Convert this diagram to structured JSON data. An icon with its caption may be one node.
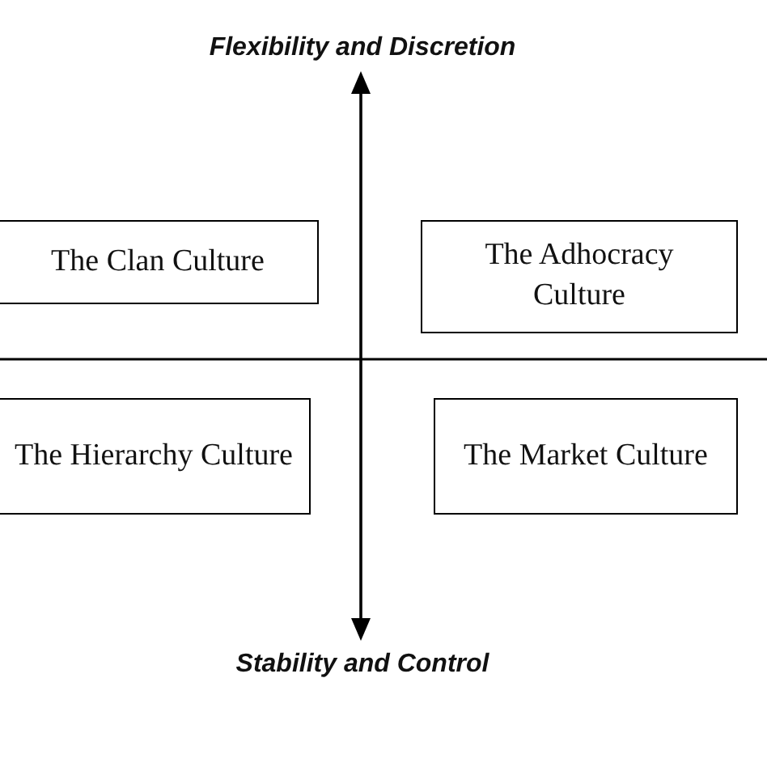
{
  "diagram": {
    "nodes": [
      {
        "text": [
          "The Clan Culture"
        ]
      },
      {
        "text": [
          "The Adhocracy Culture"
        ]
      },
      {
        "text": [
          "The Hierarchy Culture"
        ]
      },
      {
        "text": [
          "The Market Culture"
        ]
      }
    ],
    "labels": [
      "Flexibility and Discretion",
      "Stability and Control"
    ]
  }
}
